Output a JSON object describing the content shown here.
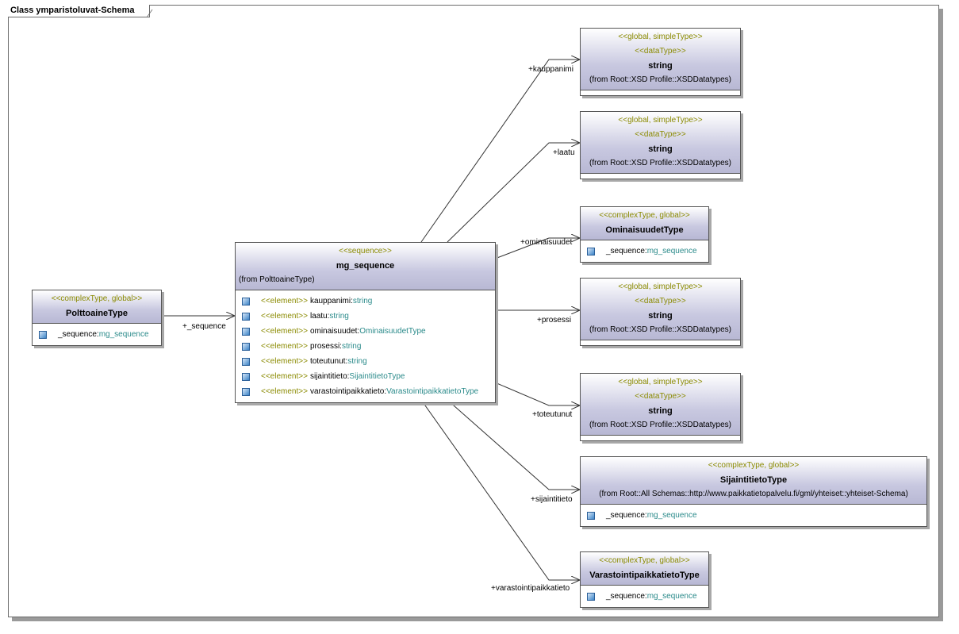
{
  "diagram": {
    "title": "Class ymparistoluvat-Schema",
    "classes": {
      "polttoaine": {
        "stereotype": "<<complexType, global>>",
        "name": "PolttoaineType",
        "attr": {
          "name": "_sequence:",
          "type": "mg_sequence"
        }
      },
      "mg_sequence": {
        "stereotype": "<<sequence>>",
        "name": "mg_sequence",
        "from": "(from PolttoaineType)",
        "attrs": [
          {
            "kw": "<<element>>",
            "name": "kauppanimi:",
            "type": "string"
          },
          {
            "kw": "<<element>>",
            "name": "laatu:",
            "type": "string"
          },
          {
            "kw": "<<element>>",
            "name": "ominaisuudet:",
            "type": "OminaisuudetType"
          },
          {
            "kw": "<<element>>",
            "name": "prosessi:",
            "type": "string"
          },
          {
            "kw": "<<element>>",
            "name": "toteutunut:",
            "type": "string"
          },
          {
            "kw": "<<element>>",
            "name": "sijaintitieto:",
            "type": "SijaintitietoType"
          },
          {
            "kw": "<<element>>",
            "name": "varastointipaikkatieto:",
            "type": "VarastointipaikkatietoType"
          }
        ]
      },
      "string1": {
        "st1": "<<global, simpleType>>",
        "st2": "<<dataType>>",
        "name": "string",
        "from": "(from Root::XSD Profile::XSDDatatypes)"
      },
      "string2": {
        "st1": "<<global, simpleType>>",
        "st2": "<<dataType>>",
        "name": "string",
        "from": "(from Root::XSD Profile::XSDDatatypes)"
      },
      "ominaisuudet": {
        "stereotype": "<<complexType, global>>",
        "name": "OminaisuudetType",
        "attr": {
          "name": "_sequence:",
          "type": "mg_sequence"
        }
      },
      "string3": {
        "st1": "<<global, simpleType>>",
        "st2": "<<dataType>>",
        "name": "string",
        "from": "(from Root::XSD Profile::XSDDatatypes)"
      },
      "string4": {
        "st1": "<<global, simpleType>>",
        "st2": "<<dataType>>",
        "name": "string",
        "from": "(from Root::XSD Profile::XSDDatatypes)"
      },
      "sijainti": {
        "stereotype": "<<complexType, global>>",
        "name": "SijaintitietoType",
        "from": "(from Root::All Schemas::http://www.paikkatietopalvelu.fi/gml/yhteiset::yhteiset-Schema)",
        "attr": {
          "name": "_sequence:",
          "type": "mg_sequence"
        }
      },
      "varastointi": {
        "stereotype": "<<complexType, global>>",
        "name": "VarastointipaikkatietoType",
        "attr": {
          "name": "_sequence:",
          "type": "mg_sequence"
        }
      }
    },
    "roles": {
      "sequence": "+_sequence",
      "kauppanimi": "+kauppanimi",
      "laatu": "+laatu",
      "ominaisuudet": "+ominaisuudet",
      "prosessi": "+prosessi",
      "toteutunut": "+toteutunut",
      "sijaintitieto": "+sijaintitieto",
      "varastointipaikkatieto": "+varastointipaikkatieto"
    },
    "colors": {
      "stereotype": "#8a8a00",
      "type": "#2a8a8a",
      "header": "#c8c8e0"
    }
  }
}
